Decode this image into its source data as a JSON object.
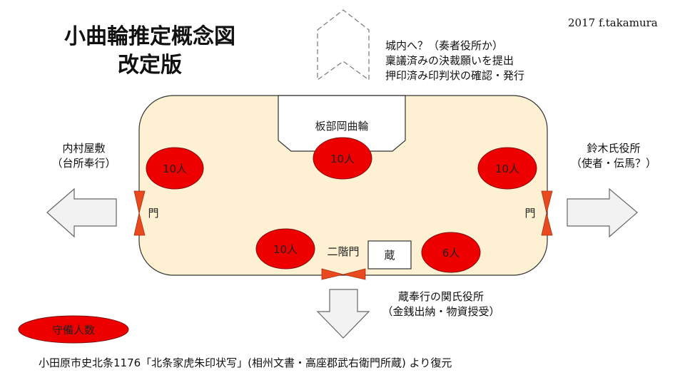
{
  "title": {
    "line1": "小曲輪推定概念図",
    "line2": "改定版"
  },
  "credit": "2017 f.takamura",
  "north_note": {
    "lines": [
      "城内へ？（奏者役所か）",
      "稟議済みの決裁願いを提出",
      "押印済み印判状の確認・発行"
    ]
  },
  "west_note": {
    "lines": [
      "内村屋敷",
      "（台所奉行）"
    ]
  },
  "east_note": {
    "lines": [
      "鈴木氏役所",
      "（使者・伝馬？）"
    ]
  },
  "south_note": {
    "lines": [
      "蔵奉行の関氏役所",
      "（金銭出納・物資授受）"
    ]
  },
  "enclosure": {
    "fill_color": "#fdf0d3",
    "inner_block": "板部岡曲輪",
    "storehouse": "蔵",
    "south_gate": "二階門",
    "west_gate": "門",
    "east_gate": "門"
  },
  "guards": [
    {
      "id": "west",
      "label": "10人"
    },
    {
      "id": "center",
      "label": "10人"
    },
    {
      "id": "east",
      "label": "10人"
    },
    {
      "id": "south-left",
      "label": "10人"
    },
    {
      "id": "south-right",
      "label": "6人"
    }
  ],
  "legend": {
    "label": "守備人数",
    "color": "#ee0000"
  },
  "source": "小田原市史北条1176「北条家虎朱印状写」(相州文書・高座郡武右衛門所蔵) より復元",
  "colors": {
    "guard_fill": "#ee0000",
    "gate_fill": "#e8491e",
    "arrow_fill": "#f2f2f2"
  }
}
